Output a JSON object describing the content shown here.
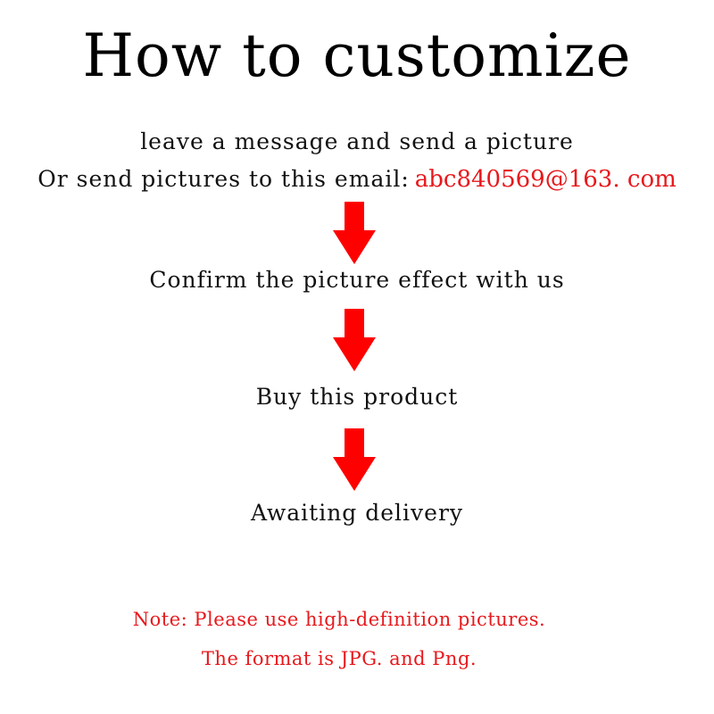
{
  "title": "How to customize",
  "steps": {
    "step1_line1": "leave a message and send a picture",
    "step1_line2": "Or send pictures to this email:",
    "email": "abc840569@163. com",
    "step2": "Confirm the picture effect with us",
    "step3": "Buy this product",
    "step4": "Awaiting delivery"
  },
  "notes": {
    "line1": "Note: Please use high-definition pictures.",
    "line2": "The format is JPG. and Png."
  },
  "colors": {
    "accent": "#e8181c",
    "arrow": "#ff0000",
    "text": "#111111"
  },
  "icons": {
    "arrow": "arrow-down-icon"
  }
}
